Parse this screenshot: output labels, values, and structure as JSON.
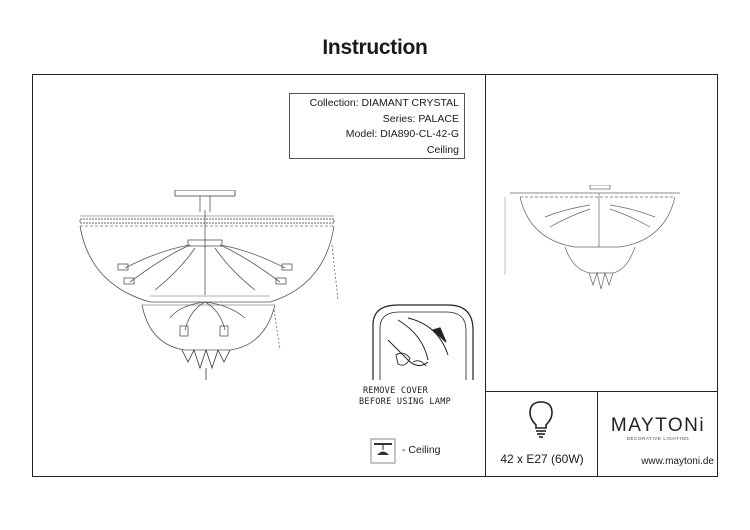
{
  "header": {
    "title": "Instruction"
  },
  "info": {
    "collection": "Collection: DIAMANT CRYSTAL",
    "series": "Series: PALACE",
    "model": "Model: DIA890-CL-42-G",
    "type": "Ceiling"
  },
  "notice": {
    "line1": "REMOVE COVER",
    "line2": "BEFORE USING LAMP"
  },
  "mounting": {
    "label": "- Ceiling",
    "icon": "ceiling-mount-icon"
  },
  "bulb": {
    "spec": "42 x E27 (60W)",
    "icon": "light-bulb-icon"
  },
  "brand": {
    "name": "MAYTONi",
    "tagline": "DECORATIVE LIGHTING",
    "website": "www.maytoni.de"
  }
}
